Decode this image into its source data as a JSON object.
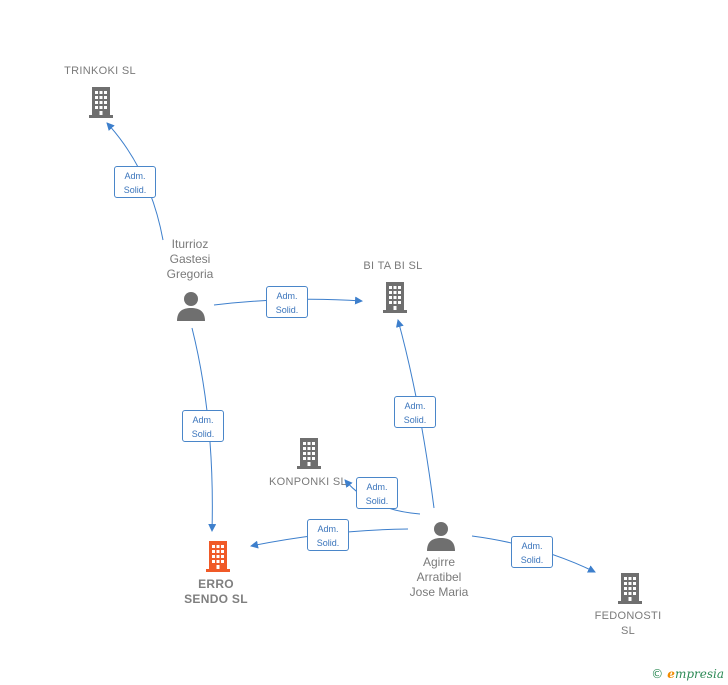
{
  "nodes": {
    "trinkoki": {
      "label": "TRINKOKI  SL"
    },
    "iturrioz": {
      "label": "Iturrioz\nGastesi\nGregoria"
    },
    "bitabi": {
      "label": "BI TA BI  SL"
    },
    "konponki": {
      "label": "KONPONKI  SL"
    },
    "erro": {
      "label": "ERRO\nSENDO  SL"
    },
    "agirre": {
      "label": "Agirre\nArratibel\nJose Maria"
    },
    "fedonosti": {
      "label": "FEDONOSTI\nSL"
    }
  },
  "edge_label": "Adm.\nSolid.",
  "colors": {
    "building": "#6f6f6f",
    "highlight": "#f05a28",
    "edge": "#3d7fcc",
    "person": "#6f6f6f"
  },
  "footer": {
    "copyright": "©",
    "brand_e": "e",
    "brand_rest": "mpresia"
  }
}
